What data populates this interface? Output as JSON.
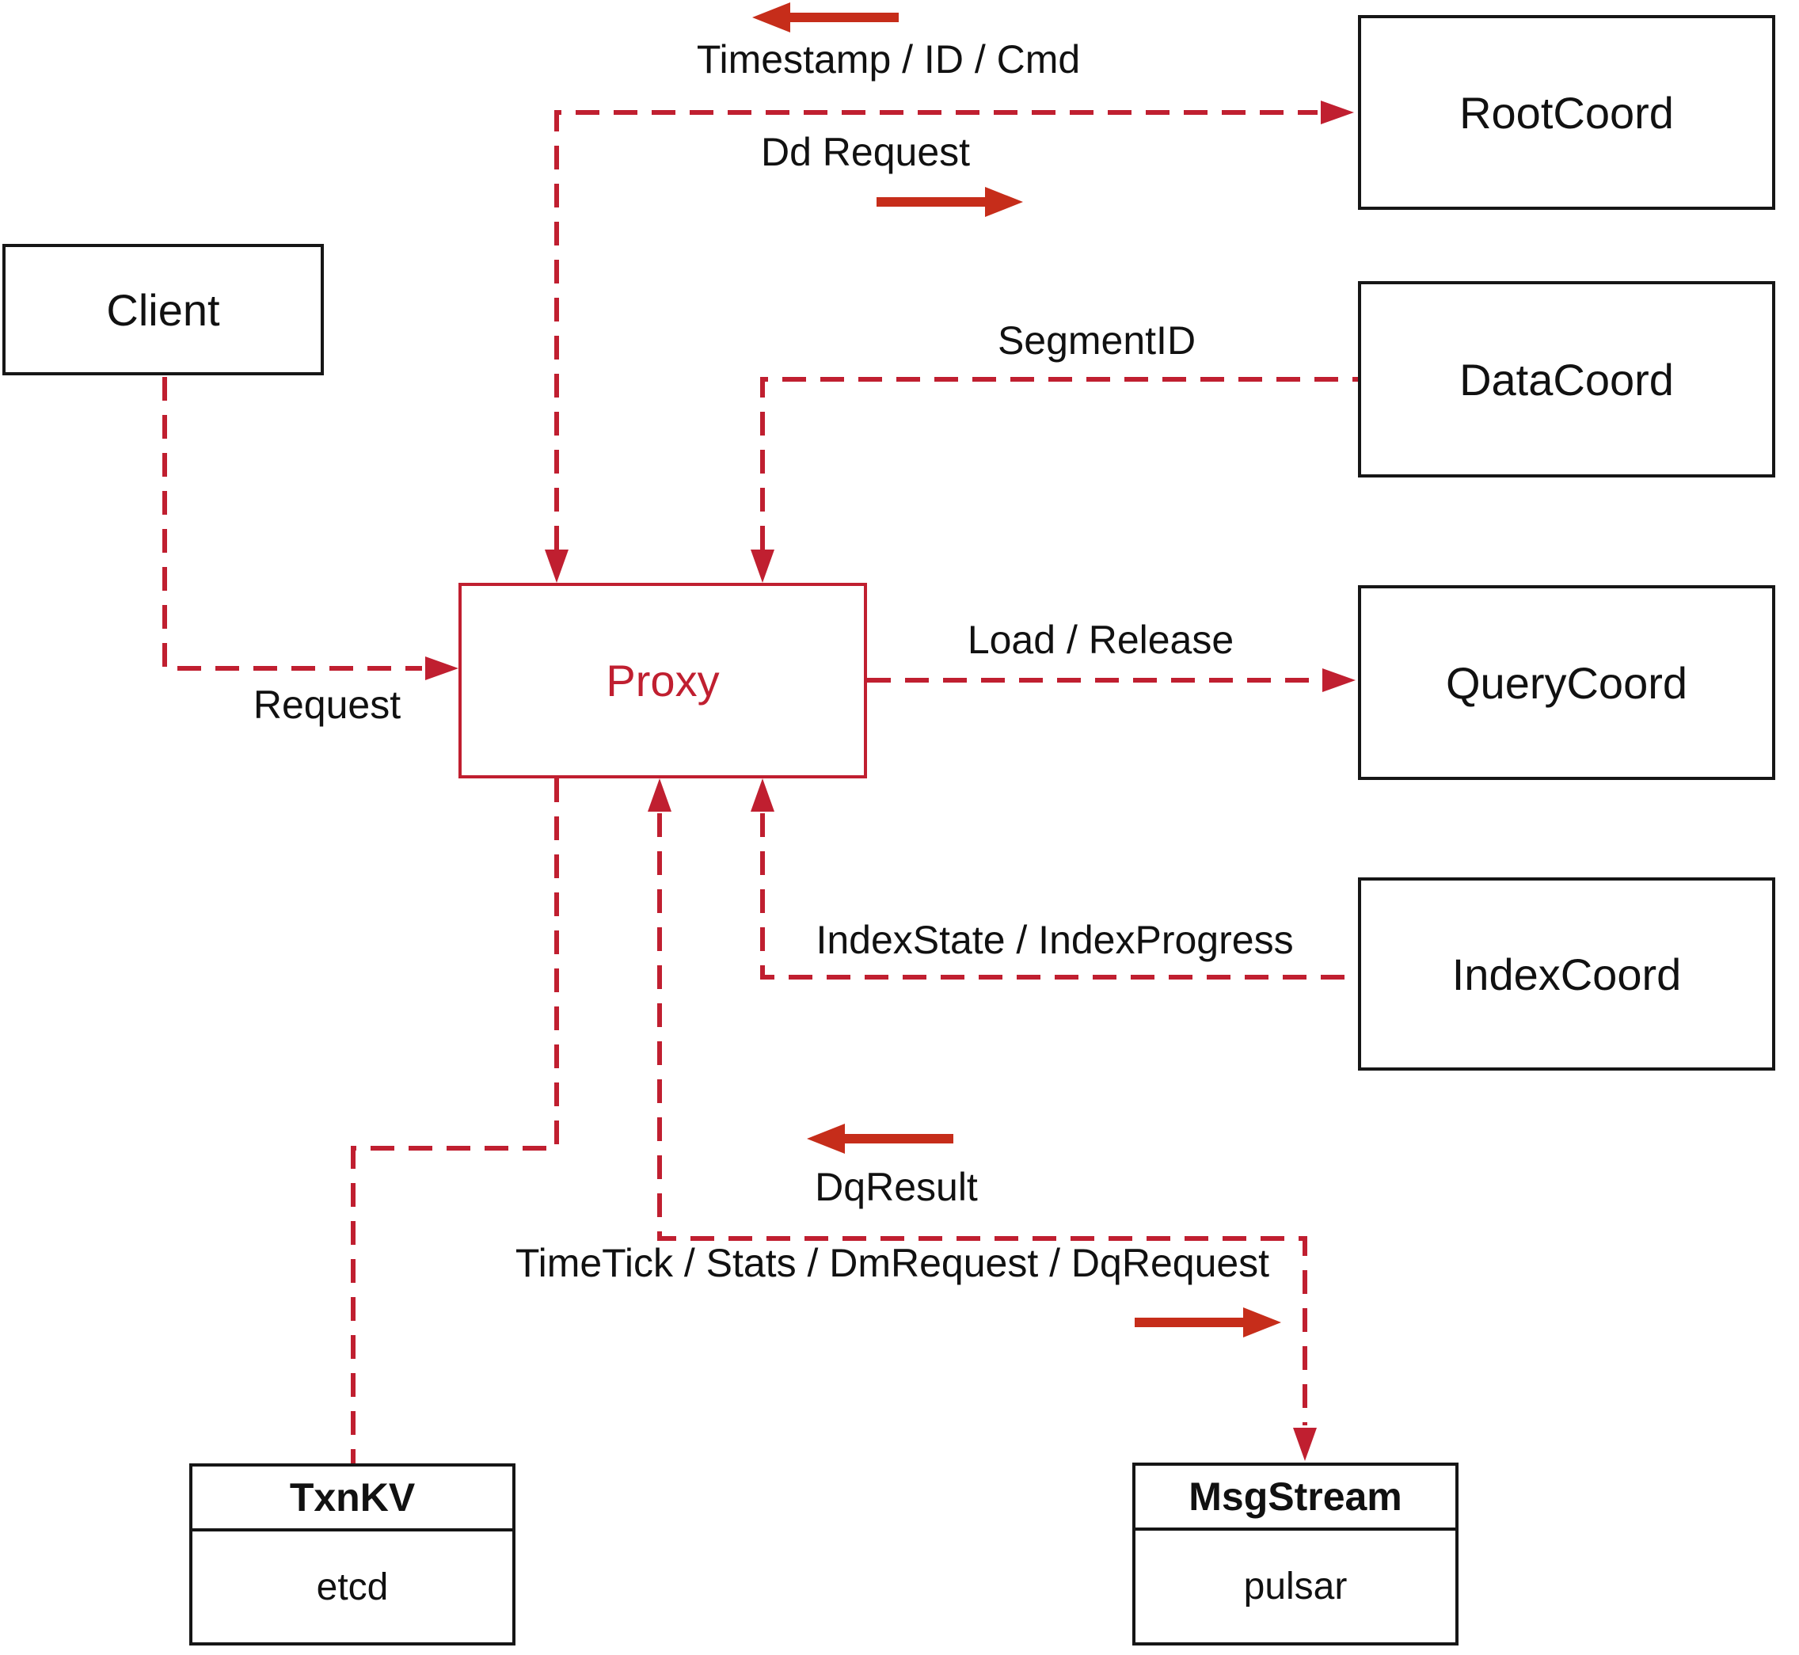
{
  "diagram": {
    "nodes": {
      "client": {
        "label": "Client"
      },
      "proxy": {
        "label": "Proxy"
      },
      "root_coord": {
        "label": "RootCoord"
      },
      "data_coord": {
        "label": "DataCoord"
      },
      "query_coord": {
        "label": "QueryCoord"
      },
      "index_coord": {
        "label": "IndexCoord"
      },
      "txn_kv": {
        "title": "TxnKV",
        "impl": "etcd"
      },
      "msg_stream": {
        "title": "MsgStream",
        "impl": "pulsar"
      }
    },
    "labels": {
      "timestamp_id_cmd": "Timestamp / ID / Cmd",
      "dd_request": "Dd Request",
      "segment_id": "SegmentID",
      "load_release": "Load / Release",
      "index_state_progress": "IndexState / IndexProgress",
      "request": "Request",
      "dq_result": "DqResult",
      "timetick_stats": "TimeTick / Stats / DmRequest / DqRequest"
    },
    "colors": {
      "dashed_line": "#c01f30",
      "solid_arrow": "#c62d1a",
      "box_border": "#161616",
      "text": "#111111",
      "background": "#ffffff"
    }
  }
}
